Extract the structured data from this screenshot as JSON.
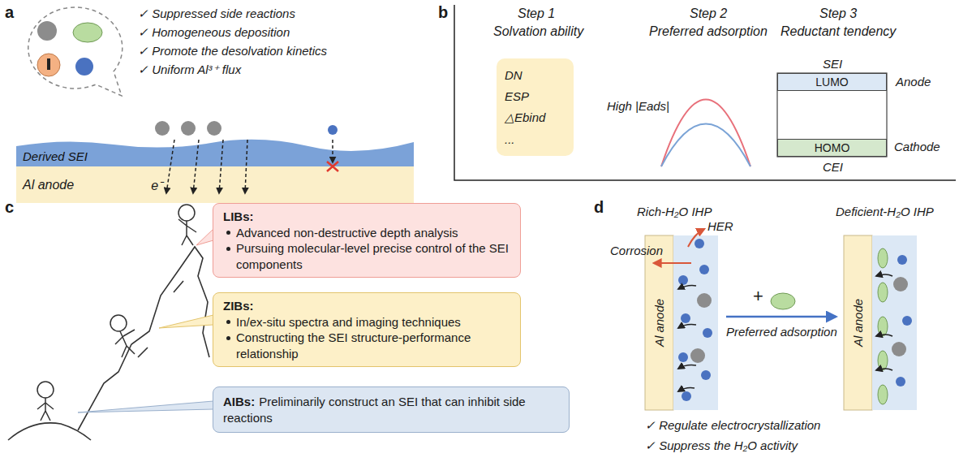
{
  "diagram": {
    "nodes": [
      {
        "text": [
          "Derived SEI"
        ]
      },
      {
        "text": [
          "Al anode",
          "e⁻"
        ]
      },
      {
        "text": [
          "DN",
          "ESP",
          "△Ebind",
          "..."
        ]
      },
      {
        "text": [
          "LUMO"
        ]
      },
      {
        "text": [
          "HOMO"
        ]
      },
      {
        "text": [
          "LIBs:",
          "Advanced non-destructive depth analysis",
          "Pursuing molecular-level precise control of the SEI components"
        ]
      },
      {
        "text": [
          "ZIBs:",
          "In/ex-situ spectra and imaging techniques",
          "Constructing the SEI structure-performance relationship"
        ]
      },
      {
        "text": [
          "AIBs:",
          "Preliminarily construct an SEI that can inhibit side reactions"
        ]
      },
      {
        "text": [
          "Al anode"
        ]
      },
      {
        "text": [
          "Al anode"
        ]
      }
    ],
    "labels": [
      "a",
      "✓ Suppressed side reactions",
      "✓ Homogeneous deposition",
      "✓ Promote the desolvation kinetics",
      "✓ Uniform Al³⁺ flux",
      "b",
      "Step 1",
      "Solvation ability",
      "Step 2",
      "Preferred adsorption",
      "High |Eads|",
      "Step 3",
      "Reductant tendency",
      "SEI",
      "Anode",
      "Cathode",
      "CEI",
      "c",
      "d",
      "Rich-H₂O IHP",
      "Deficient-H₂O IHP",
      "HER",
      "Corrosion",
      "+",
      "Preferred adsorption",
      "✓ Regulate electrocrystallization",
      "✓ Suppress the H₂O activity"
    ]
  }
}
